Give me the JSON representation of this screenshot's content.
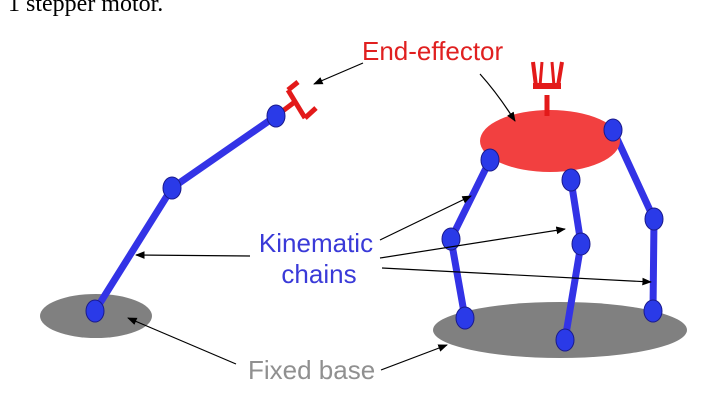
{
  "caption": "1 stepper motor.",
  "labels": {
    "end_effector": "End-effector",
    "kinematic_line1": "Kinematic",
    "kinematic_line2": "chains",
    "fixed_base": "Fixed base"
  },
  "colors": {
    "link": "#3333e6",
    "joint": "#2a3ae8",
    "joint_outline": "#1a1a8c",
    "effector": "#f24040",
    "effector_tool": "#e31a1a",
    "base": "#808080",
    "end_effector_text": "#e02020",
    "kinematic_text": "#3a3ad8",
    "fixed_base_text": "#909090",
    "arrow": "#000000"
  }
}
